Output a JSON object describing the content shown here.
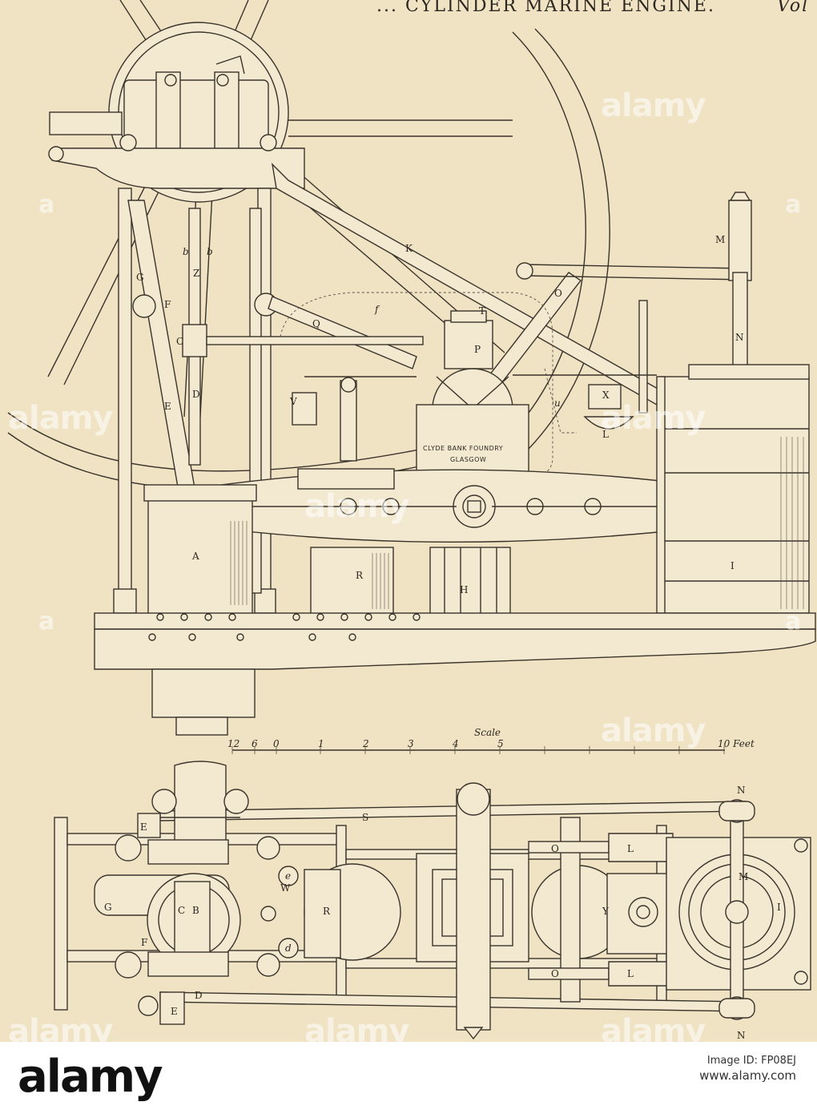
{
  "plate": {
    "title": "... CYLINDER MARINE ENGINE.",
    "volume": "Vol",
    "foundry_line1": "CLYDE BANK FOUNDRY",
    "foundry_line2": "GLASGOW",
    "scale_title": "Scale",
    "scale_ticks": [
      "12",
      "6",
      "0",
      "1",
      "2",
      "3",
      "4",
      "5",
      "10 Feet"
    ],
    "elevation_labels": {
      "A": "A",
      "R": "R",
      "H": "H",
      "I": "I",
      "K": "K",
      "M": "M",
      "N": "N",
      "O": "O",
      "T": "T",
      "P": "P",
      "Q": "Q",
      "G": "G",
      "F": "F",
      "E": "E",
      "D": "D",
      "C": "C",
      "Z": "Z",
      "V": "V",
      "X": "X",
      "L": "L",
      "b1": "b",
      "b2": "b",
      "f": "f",
      "u": "u"
    },
    "plan_labels": {
      "N_top": "N",
      "N_bottom": "N",
      "E_top": "E",
      "E_bottom": "E",
      "S": "S",
      "O_top": "O",
      "O_bottom": "O",
      "L_top": "L",
      "L_bottom": "L",
      "M": "M",
      "I": "I",
      "G": "G",
      "C": "C",
      "B": "B",
      "F": "F",
      "W": "W",
      "R": "R",
      "Y": "Y",
      "D": "D",
      "e": "e",
      "d": "d"
    }
  },
  "watermark": {
    "text": "alamy",
    "small_text": "a"
  },
  "footer": {
    "logo": "alamy",
    "image_id_label": "Image ID: FP08EJ",
    "image_id": "",
    "site": "www.alamy.com"
  },
  "colors": {
    "paper": "#efe3c4",
    "ink": "#3a332a",
    "footer_bg": "#ffffff"
  }
}
